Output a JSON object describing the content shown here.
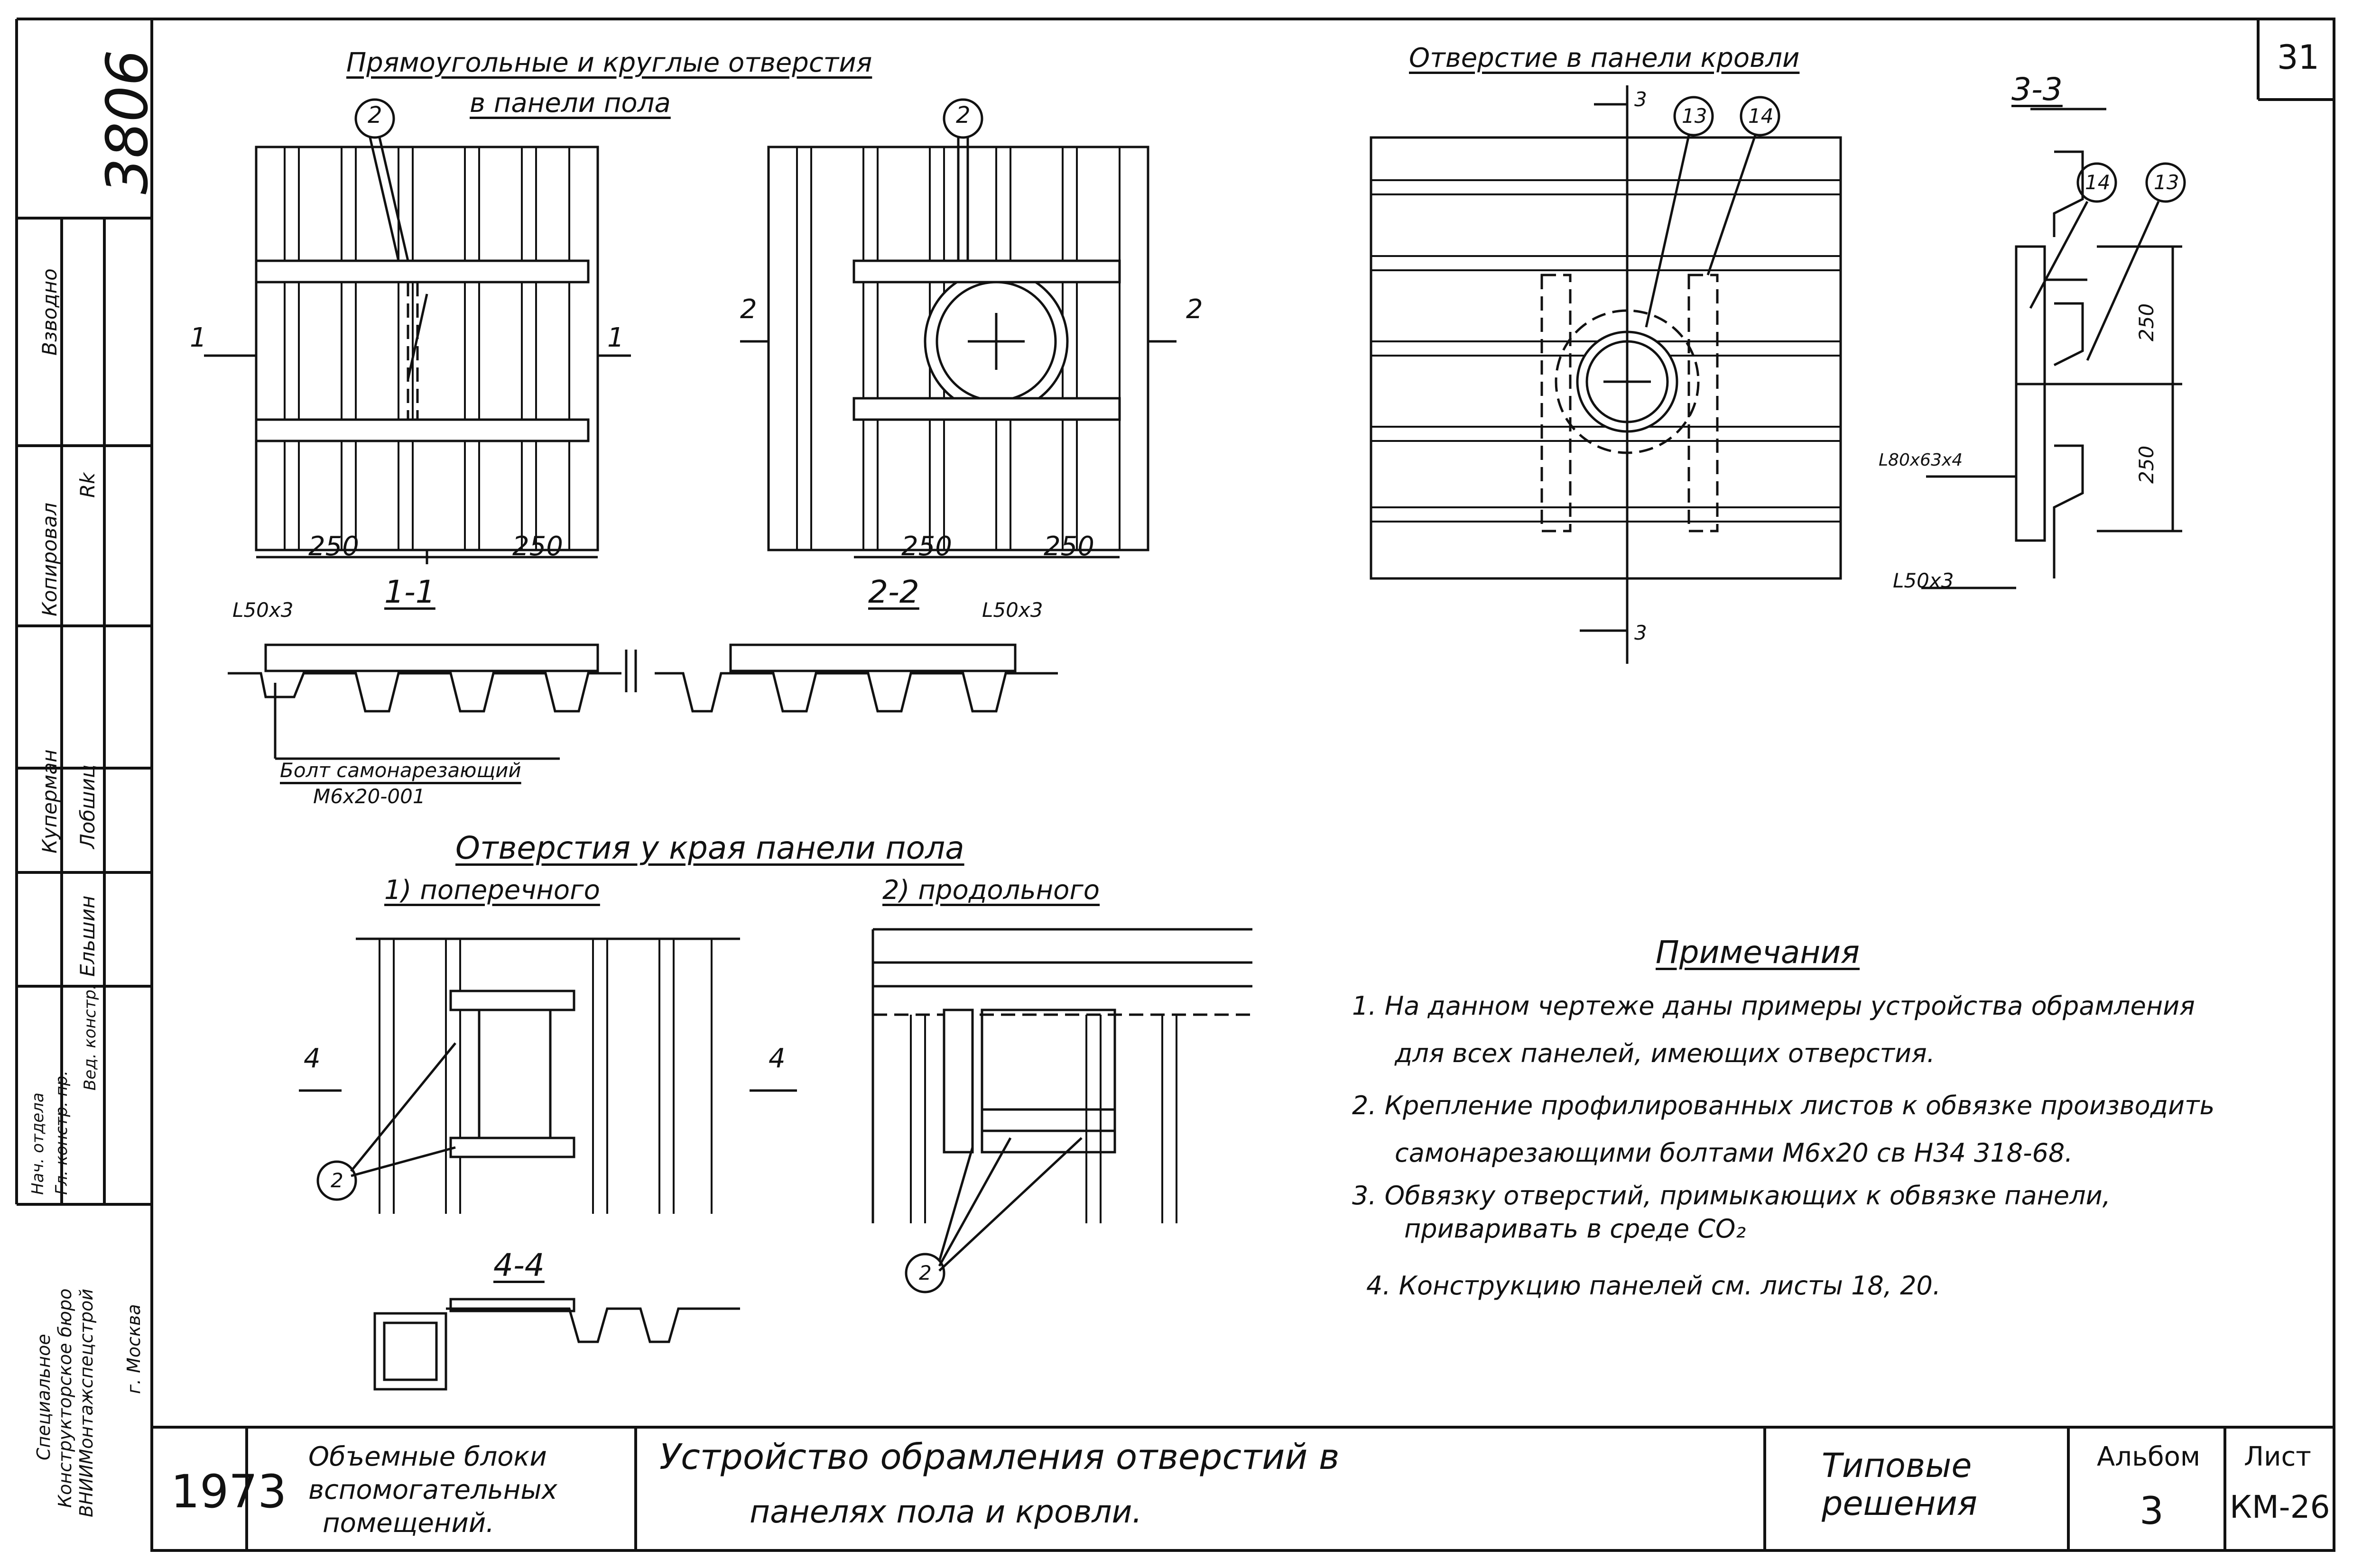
{
  "sheet_number": "31",
  "archive_number": "3806",
  "floor_panel": {
    "title_line1": "Прямоугольные и круглые отверстия",
    "title_line2": "в панели пола",
    "callout": "2",
    "dim_250": "250",
    "section_1_1": "1-1",
    "section_2_2": "2-2",
    "mark_1": "1",
    "mark_2": "2",
    "angle_left": "L50x3",
    "angle_right": "L50x3",
    "bolt_line1": "Болт самонарезающий",
    "bolt_line2": "М6x20-001"
  },
  "roof_panel": {
    "title": "Отверстие в панели кровли",
    "callout_13": "13",
    "callout_14": "14",
    "mark_3": "3",
    "section_3_3": "3-3",
    "dim_250": "250",
    "angle_80": "L80x63x4",
    "angle_50": "L50x3"
  },
  "edge_openings": {
    "title": "Отверстия у края панели пола",
    "sub_a": "1) поперечного",
    "sub_b": "2) продольного",
    "mark_4": "4",
    "section_4_4": "4-4",
    "callout": "2"
  },
  "notes": {
    "title": "Примечания",
    "items": [
      "1. На данном чертеже даны примеры устройства обрамления",
      "для всех панелей, имеющих отверстия.",
      "2. Крепление профилированных листов к обвязке производить",
      "самонарезающими болтами М6x20 св Н34 318-68.",
      "3. Обвязку отверстий, примыкающих к обвязке панели,",
      "приваривать в среде CO₂",
      "4. Конструкцию панелей см. листы 18, 20."
    ]
  },
  "left_stamp": {
    "roles": [
      "Взводно",
      "Копировал",
      "Куперман",
      "Нач. отдела",
      "Гл. констр. пр.",
      "Вед. констр."
    ],
    "signatures": [
      "Rk",
      "Лобшиц",
      "Ельшин"
    ],
    "org_line1": "Специальное",
    "org_line2": "Конструкторское бюро",
    "org_line3": "ВНИИМонтажспецстрой",
    "city": "г. Москва"
  },
  "title_block": {
    "year": "1973",
    "object_line1": "Объемные блоки",
    "object_line2": "вспомогательных",
    "object_line3": "помещений.",
    "drawing_line1": "Устройство обрамления отверстий в",
    "drawing_line2": "панелях пола и кровли.",
    "series_line1": "Типовые",
    "series_line2": "решения",
    "album_label": "Альбом",
    "album_value": "3",
    "sheet_label": "Лист",
    "sheet_value": "КМ-26"
  }
}
